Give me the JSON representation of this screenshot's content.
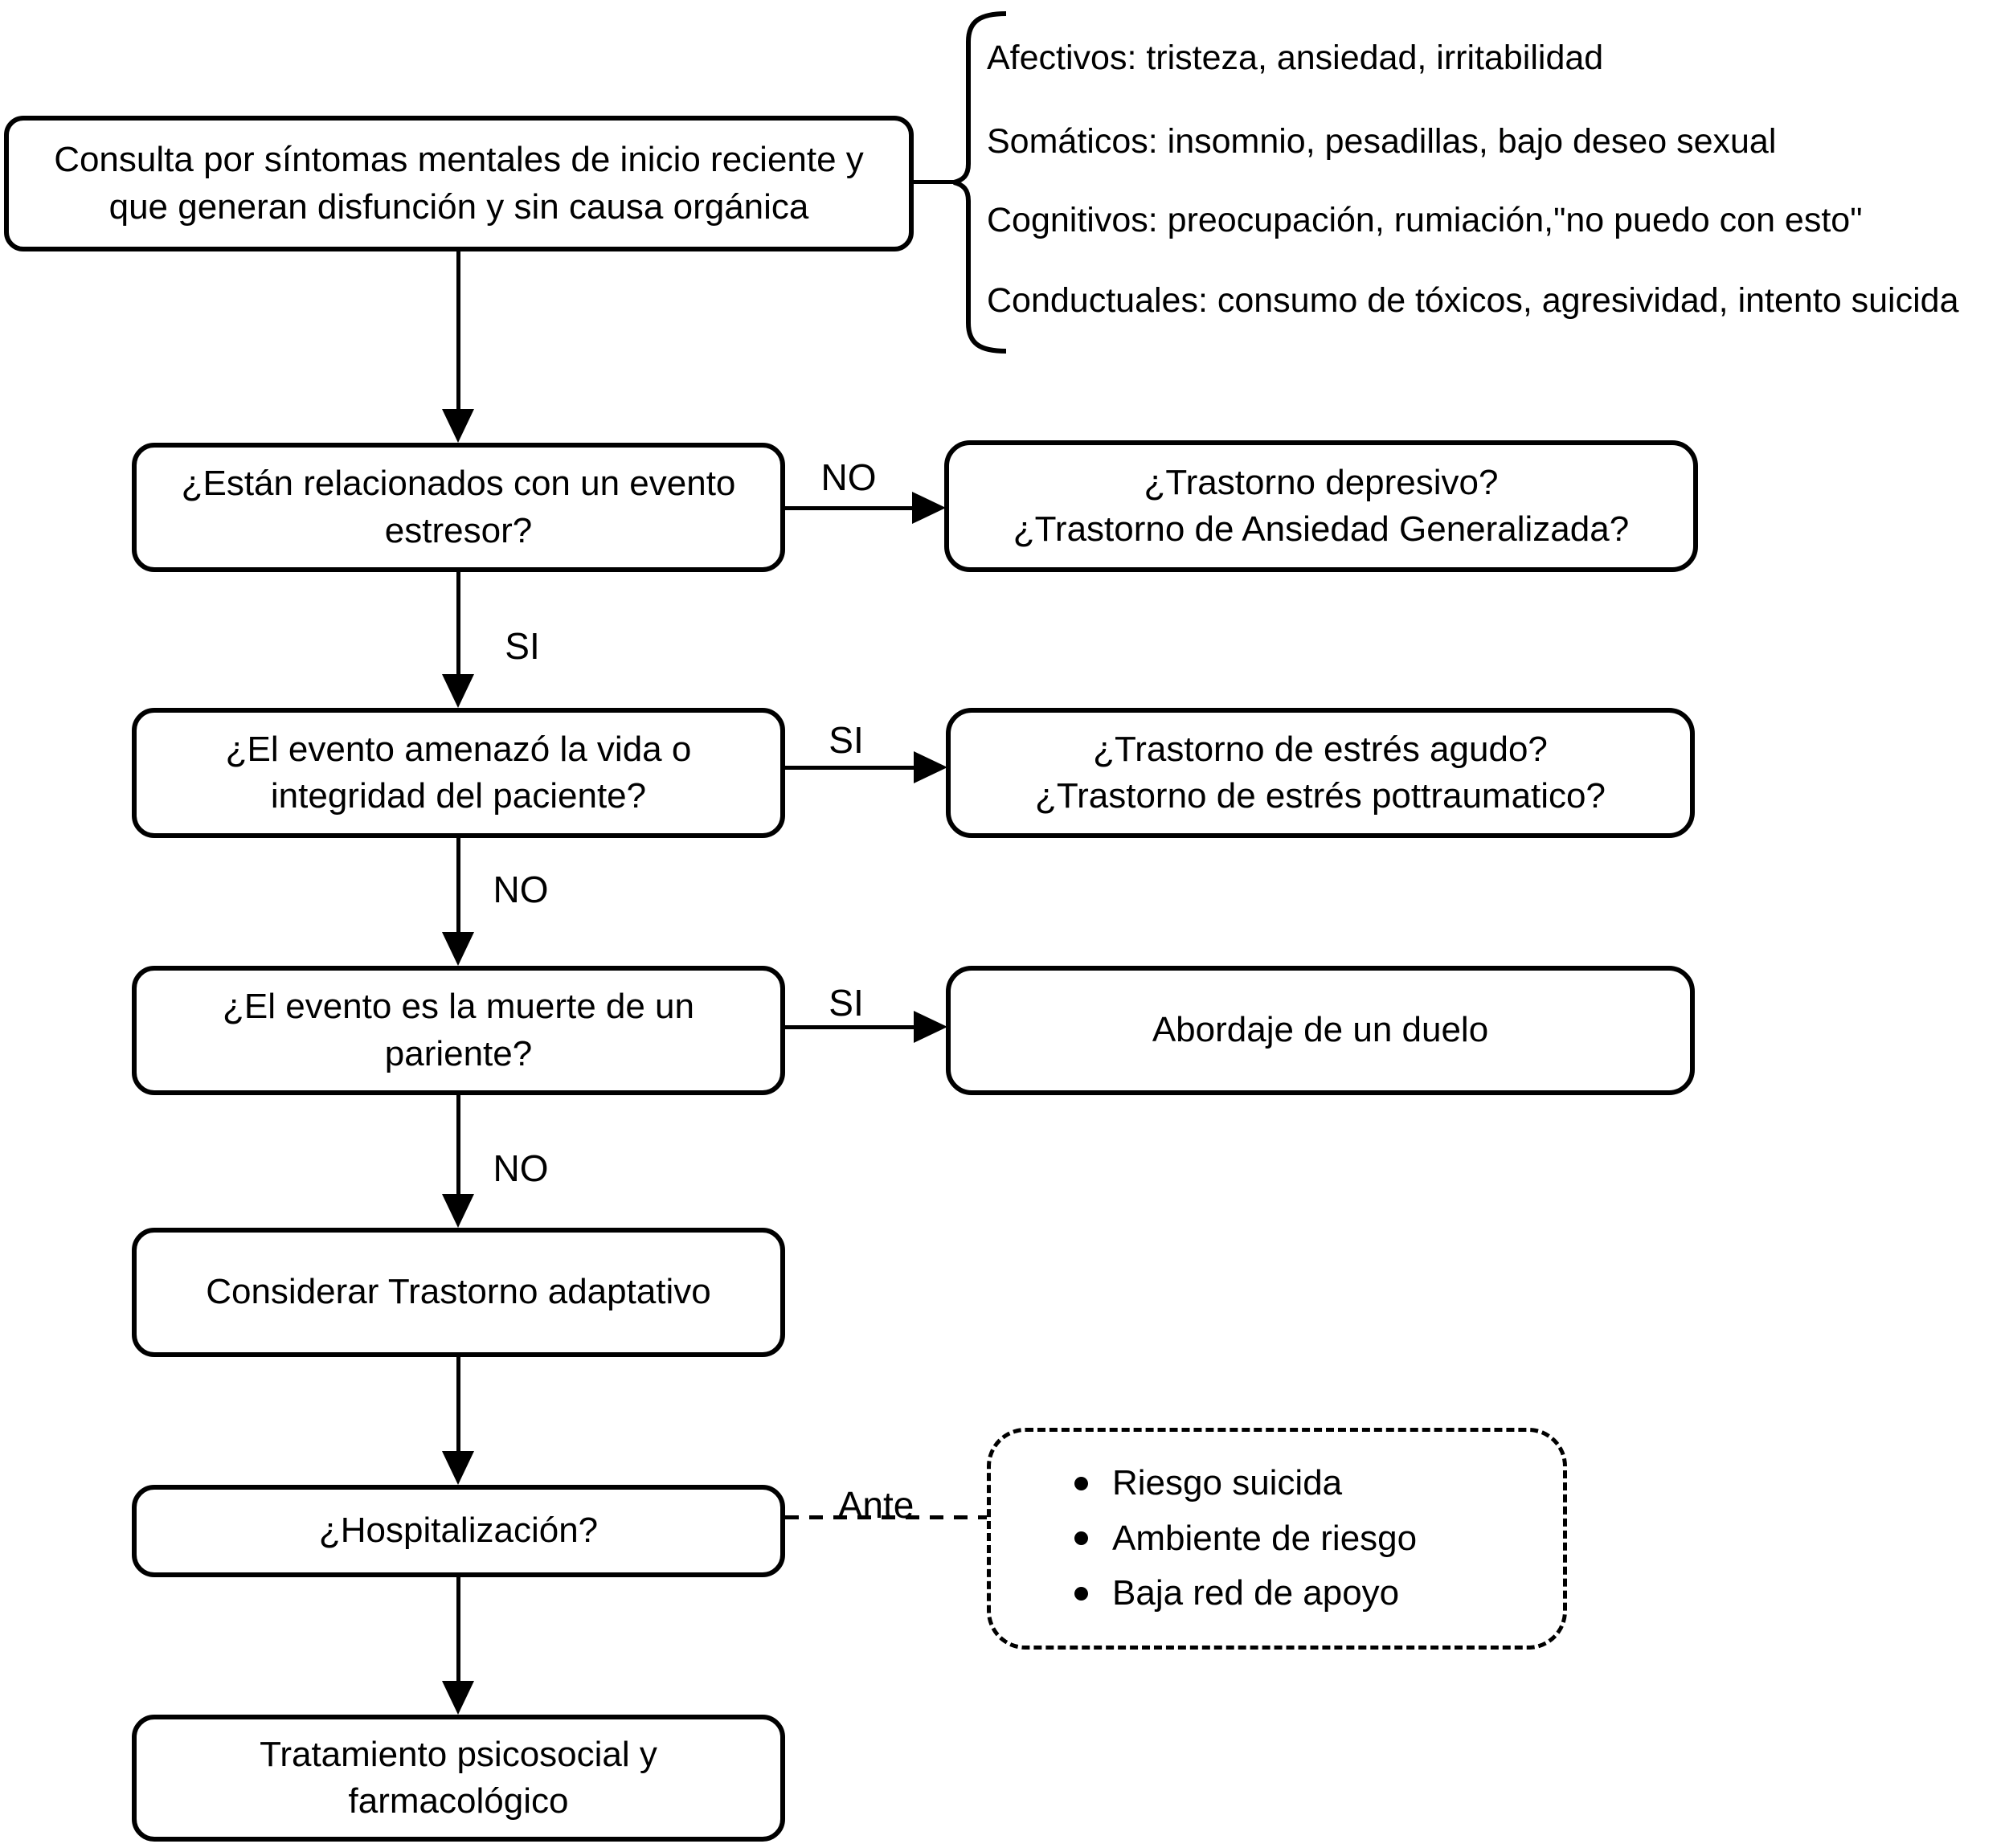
{
  "nodes": {
    "consulta": {
      "line1": "Consulta por síntomas mentales de inicio reciente y",
      "line2": "que generan disfunción y sin causa orgánica"
    },
    "evento_estresor": {
      "line1": "¿Están relacionados con un evento",
      "line2": "estresor?"
    },
    "depresivo_ansiedad": {
      "line1": "¿Trastorno depresivo?",
      "line2": "¿Trastorno de Ansiedad Generalizada?"
    },
    "amenazo_vida": {
      "line1": "¿El evento amenazó la vida o",
      "line2": "integridad del paciente?"
    },
    "estres_agudo": {
      "line1": "¿Trastorno de estrés agudo?",
      "line2": "¿Trastorno de estrés pottraumatico?"
    },
    "muerte_pariente": {
      "line1": "¿El evento es la muerte de un",
      "line2": "pariente?"
    },
    "duelo": {
      "line1": "Abordaje de un duelo"
    },
    "adaptativo": {
      "line1": "Considerar Trastorno adaptativo"
    },
    "hospitalizacion": {
      "line1": "¿Hospitalización?"
    },
    "tratamiento": {
      "line1": "Tratamiento psicosocial y",
      "line2": "farmacológico"
    }
  },
  "symptoms_note": {
    "lines": [
      "Afectivos: tristeza, ansiedad, irritabilidad",
      "Somáticos: insomnio, pesadillas, bajo deseo sexual",
      "Cognitivos: preocupación, rumiación,\"no puedo con esto\"",
      "Conductuales: consumo de tóxicos, agresividad, intento suicida"
    ]
  },
  "risk_box": {
    "items": [
      "Riesgo suicida",
      "Ambiente de riesgo",
      "Baja red de apoyo"
    ]
  },
  "edge_labels": {
    "no1": "NO",
    "si1": "SI",
    "si2": "SI",
    "no2": "NO",
    "si3": "SI",
    "no3": "NO",
    "ante": "Ante"
  },
  "colors": {
    "ink": "#000000",
    "background": "#ffffff"
  }
}
